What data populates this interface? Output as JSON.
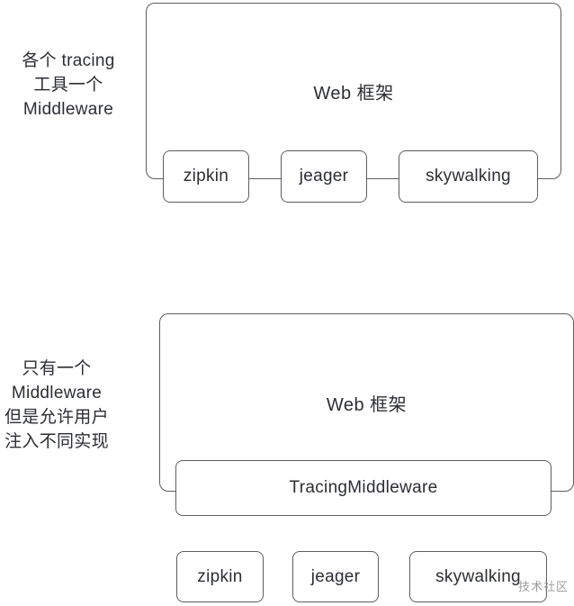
{
  "panel1": {
    "side_label_lines": [
      "各个 tracing",
      "工具一个",
      "Middleware"
    ],
    "framework_box": "Web 框架",
    "tools": [
      "zipkin",
      "jeager",
      "skywalking"
    ]
  },
  "panel2": {
    "side_label_lines": [
      "只有一个",
      "Middleware",
      "但是允许用户",
      "注入不同实现"
    ],
    "framework_box": "Web 框架",
    "middleware_box": "TracingMiddleware",
    "tools": [
      "zipkin",
      "jeager",
      "skywalking"
    ]
  },
  "watermark": "技术社区",
  "colors": {
    "border": "#5a5d63",
    "text": "#2c2e33",
    "background": "#ffffff",
    "watermark": "#8c8c8e"
  }
}
